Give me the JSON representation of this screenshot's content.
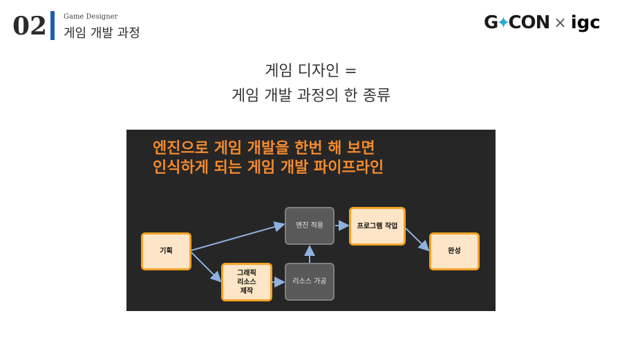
{
  "header": {
    "slide_number": "02",
    "subtitle": "Game Designer",
    "title": "게임 개발 과정"
  },
  "logo": {
    "gcon_left": "G",
    "gcon_right": "CON",
    "separator": "×",
    "igc": "igc",
    "colors": {
      "star": "#2ca9d6",
      "igc_c": "#7cc242"
    }
  },
  "heading": {
    "line1": "게임 디자인 =",
    "line2": "게임 개발 과정의 한 종류"
  },
  "diagram": {
    "title_line1": "엔진으로 게임 개발을 한번 해 보면",
    "title_line2": "인식하게 되는 게임 개발 파이프라인",
    "nodes": {
      "planning": "기획",
      "graphic_line1": "그래픽",
      "graphic_line2": "리소스",
      "graphic_line3": "제작",
      "resource_processing": "리소스 가공",
      "engine_apply": "엔진 적용",
      "programming": "프로그램 작업",
      "complete": "완성"
    },
    "colors": {
      "panel_bg": "#262626",
      "title": "#f28a2e",
      "orange_border": "#f3a327",
      "orange_fill": "#fde6c7",
      "gray_fill": "#595959",
      "arrow": "#8fb0e0"
    }
  }
}
